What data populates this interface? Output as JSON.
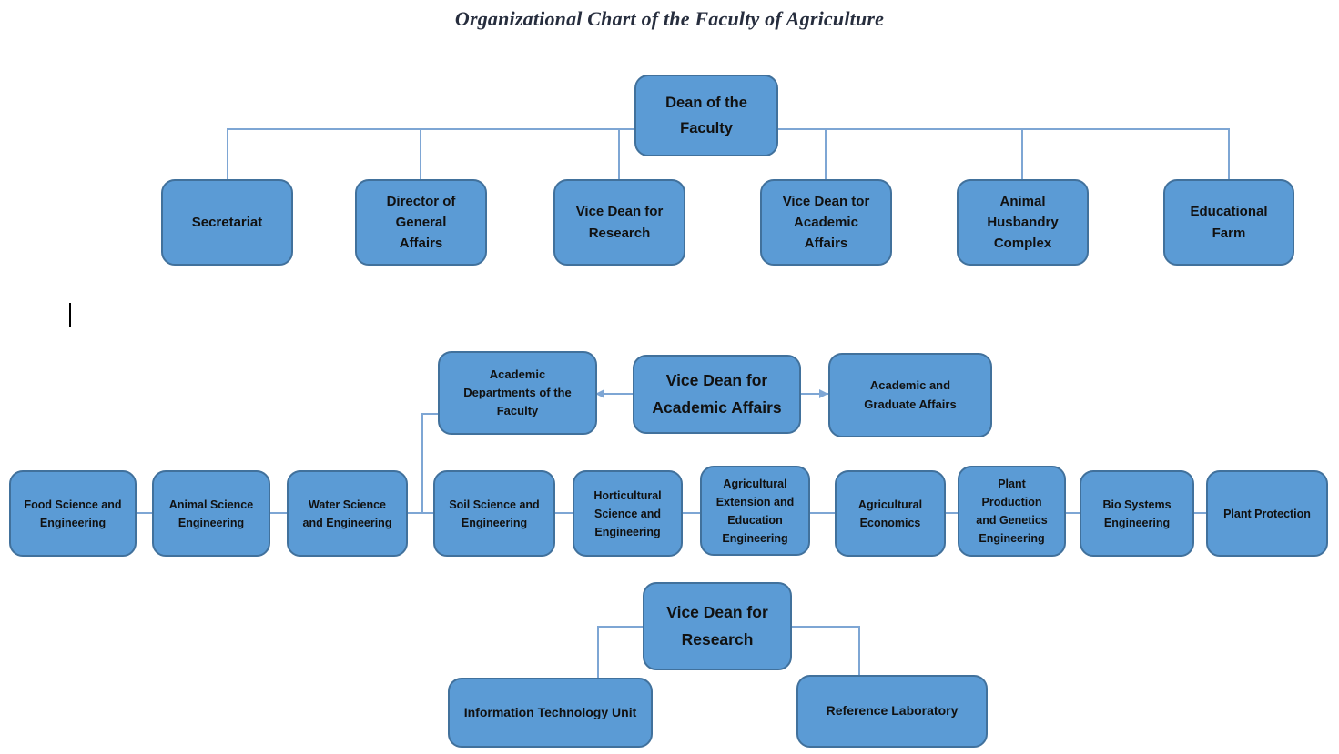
{
  "title": "Organizational Chart of the Faculty of Agriculture",
  "colors": {
    "box_fill": "#5B9BD5",
    "box_border": "#41719C",
    "connector": "#7EA6D4",
    "text": "#111111",
    "title_text": "#272E3E"
  },
  "nodes": {
    "dean": "Dean of the\nFaculty",
    "secretariat": "Secretariat",
    "director_general_affairs": "Director of\nGeneral\nAffairs",
    "vice_dean_research_top": "Vice Dean for\nResearch",
    "vice_dean_academic_top": "Vice Dean tor\nAcademic\nAffairs",
    "animal_husbandry": "Animal\nHusbandry\nComplex",
    "educational_farm": "Educational\nFarm",
    "academic_departments": "Academic\nDepartments of the\nFaculty",
    "vice_dean_academic_main": "Vice Dean for\nAcademic Affairs",
    "academic_graduate_affairs": "Academic and\nGraduate Affairs",
    "dept_food": "Food Science and\nEngineering",
    "dept_animal": "Animal Science\nEngineering",
    "dept_water": "Water Science\nand Engineering",
    "dept_soil": "Soil Science and\nEngineering",
    "dept_horticultural": "Horticultural\nScience and\nEngineering",
    "dept_agri_extension": "Agricultural\nExtension and\nEducation\nEngineering",
    "dept_agri_economics": "Agricultural\nEconomics",
    "dept_plant_production": "Plant\nProduction\nand Genetics\nEngineering",
    "dept_bio_systems": "Bio Systems\nEngineering",
    "dept_plant_protection": "Plant Protection",
    "vice_dean_research_main": "Vice Dean for\nResearch",
    "information_technology_unit": "Information Technology Unit",
    "reference_laboratory": "Reference Laboratory"
  }
}
